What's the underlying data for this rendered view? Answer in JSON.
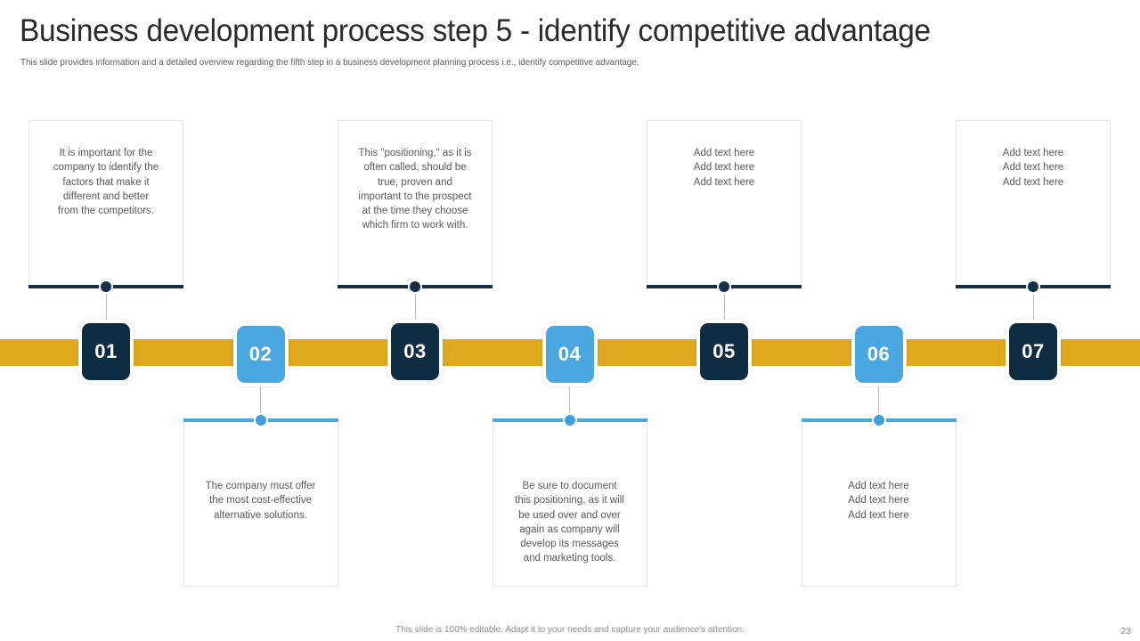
{
  "slide": {
    "title": "Business development process step 5 - identify competitive advantage",
    "subtitle": "This slide provides information and a detailed overview regarding the fifth step in a business development planning process i.e., identify competitive advantage.",
    "footer_note": "This slide is 100% editable. Adapt it to your needs and capture your audience's attention.",
    "page_number": "23"
  },
  "colors": {
    "timeline_bar": "#e0a81e",
    "badge_dark": "#0e2d42",
    "badge_light": "#4ba7e0",
    "rule_dark": "#142f48",
    "rule_light": "#4ba7e0",
    "card_border": "#e3e3e3",
    "body_text": "#5a5a5c",
    "title_text": "#2b2b2b"
  },
  "steps": [
    {
      "number": "01",
      "position": "top",
      "variant": "dark",
      "text": "It is important for the\ncompany to identify the\nfactors that make it\ndifferent and better\nfrom the competitors."
    },
    {
      "number": "02",
      "position": "bottom",
      "variant": "light",
      "text": "The company must offer\nthe most cost-effective\nalternative solutions."
    },
    {
      "number": "03",
      "position": "top",
      "variant": "dark",
      "text": "This \"positioning,\" as it is\noften called, should be\ntrue, proven and\nimportant to the prospect\nat the time they choose\nwhich firm to work with."
    },
    {
      "number": "04",
      "position": "bottom",
      "variant": "light",
      "text": "Be sure to document\nthis positioning, as it will\nbe used over and over\nagain as company will\ndevelop its messages\nand marketing tools."
    },
    {
      "number": "05",
      "position": "top",
      "variant": "dark",
      "text": "Add text here\nAdd text here\nAdd text here"
    },
    {
      "number": "06",
      "position": "bottom",
      "variant": "light",
      "text": "Add text here\nAdd text here\nAdd text here"
    },
    {
      "number": "07",
      "position": "top",
      "variant": "dark",
      "text": "Add text here\nAdd text here\nAdd text here"
    }
  ]
}
